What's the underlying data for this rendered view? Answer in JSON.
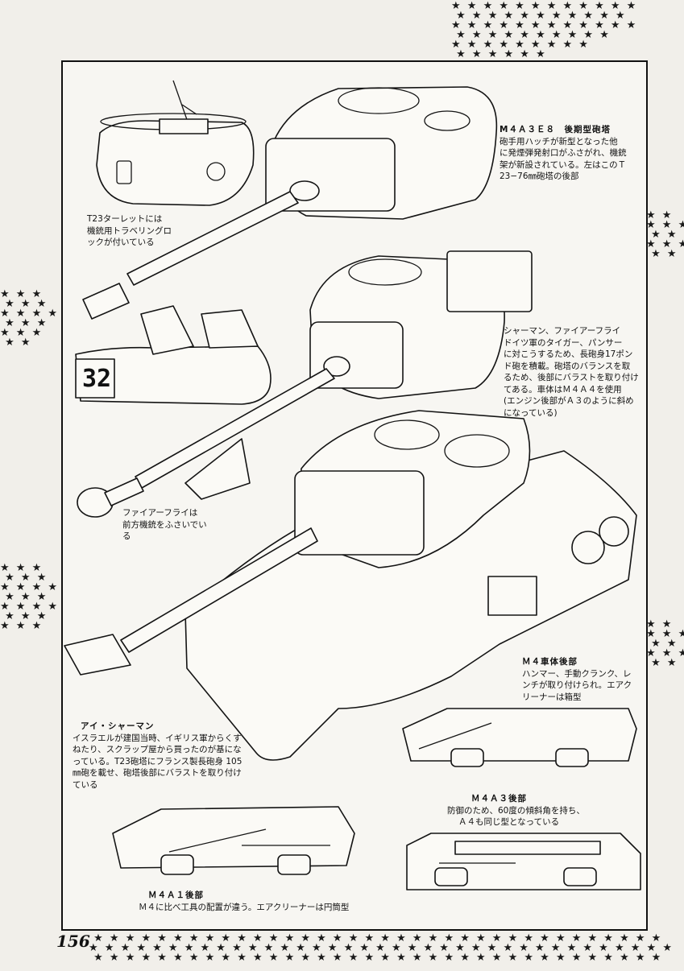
{
  "page": {
    "number": "156"
  },
  "captions": {
    "m4a3e8": {
      "title": "M４Ａ３Ｅ８　後期型砲塔",
      "lines": [
        "砲手用ハッチが新型となった他",
        "に発煙弾発射口がふさがれ、機銃",
        "架が新設されている。左はこのＴ",
        "23−76㎜砲塔の後部"
      ]
    },
    "t23": {
      "lines": [
        "T23ターレットには",
        "機銃用トラベリングロ",
        "ックが付いている"
      ]
    },
    "firefly": {
      "lines": [
        "シャーマン、ファイアーフライ",
        "ドイツ軍のタイガー、パンサー",
        "に対こうするため、長砲身17ポン",
        "ド砲を積載。砲塔のバランスを取",
        "るため、後部にバラストを取り付け",
        "てある。車体はＭ４Ａ４を使用",
        "(エンジン後部がＡ３のように斜め",
        "になっている)"
      ]
    },
    "firefly_mg": {
      "lines": [
        "ファイアーフライは",
        "前方機銃をふさいでい",
        "る"
      ]
    },
    "turret_number": "32",
    "m4_rear": {
      "title": "Ｍ４車体後部",
      "lines": [
        "ハンマー、手動クランク、レ",
        "ンチが取り付けられ。エアク",
        "リーナーは箱型"
      ]
    },
    "isherman": {
      "title": "アイ・シャーマン",
      "lines": [
        "イスラエルが建国当時、イギリス軍からくす",
        "ねたり、スクラップ屋から買ったのが基にな",
        "っている。T23砲塔にフランス製長砲身 105",
        "㎜砲を載せ、砲塔後部にバラストを取り付け",
        "ている"
      ]
    },
    "m4a3_rear": {
      "title": "Ｍ４Ａ３後部",
      "lines": [
        "防御のため、60度の傾斜角を持ち、",
        "Ａ４も同じ型となっている"
      ]
    },
    "m4a1_rear": {
      "title": "Ｍ４Ａ１後部",
      "lines": [
        "Ｍ４に比べ工具の配置が違う。エアクリーナーは円筒型"
      ]
    }
  }
}
